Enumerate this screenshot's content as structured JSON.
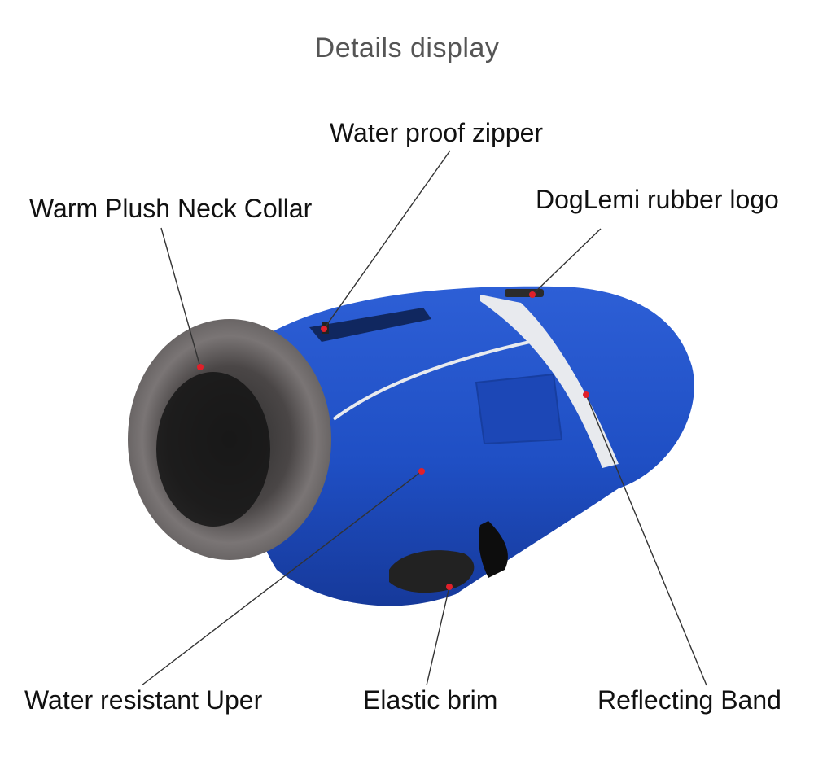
{
  "title": "Details display",
  "colors": {
    "coat_blue": "#1f4fc4",
    "coat_dark": "#143a9a",
    "fleece": "#6e6a6a",
    "marker": "#e0202a",
    "reflect": "#e8eaee"
  },
  "callouts": [
    {
      "id": "zipper",
      "label": "Water proof zipper"
    },
    {
      "id": "collar",
      "label": "Warm Plush Neck Collar"
    },
    {
      "id": "logo",
      "label": "DogLemi rubber logo"
    },
    {
      "id": "upper",
      "label": "Water resistant Uper"
    },
    {
      "id": "brim",
      "label": "Elastic brim"
    },
    {
      "id": "band",
      "label": "Reflecting Band"
    }
  ]
}
